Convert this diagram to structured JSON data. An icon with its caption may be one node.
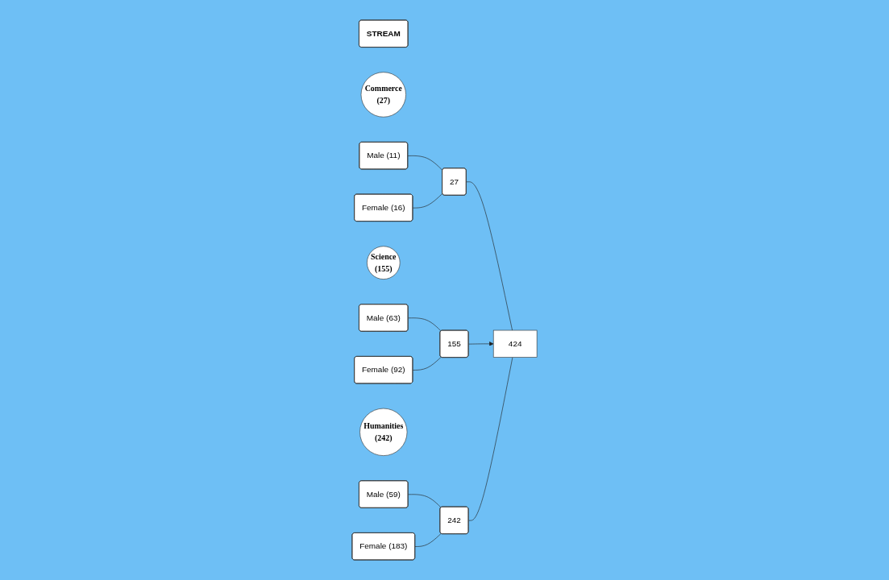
{
  "diagram": {
    "nodes": [
      {
        "text": [
          "STREAM"
        ]
      },
      {
        "text": [
          "Commerce",
          "(27)"
        ]
      },
      {
        "text": [
          "Male (11)"
        ]
      },
      {
        "text": [
          "Female (16)"
        ]
      },
      {
        "text": [
          "27"
        ]
      },
      {
        "text": [
          "Science",
          "(155)"
        ]
      },
      {
        "text": [
          "Male (63)"
        ]
      },
      {
        "text": [
          "Female (92)"
        ]
      },
      {
        "text": [
          "155"
        ]
      },
      {
        "text": [
          "Humanities",
          "(242)"
        ]
      },
      {
        "text": [
          "Male (59)"
        ]
      },
      {
        "text": [
          "Female (183)"
        ]
      },
      {
        "text": [
          "242"
        ]
      },
      {
        "text": [
          "424"
        ]
      }
    ],
    "edges": [
      {
        "from": 2,
        "to": 4,
        "arrow": "none"
      },
      {
        "from": 3,
        "to": 4,
        "arrow": "none"
      },
      {
        "from": 6,
        "to": 8,
        "arrow": "none"
      },
      {
        "from": 7,
        "to": 8,
        "arrow": "none"
      },
      {
        "from": 10,
        "to": 12,
        "arrow": "none"
      },
      {
        "from": 11,
        "to": 12,
        "arrow": "none"
      },
      {
        "from": 4,
        "to": 13,
        "arrow": "none"
      },
      {
        "from": 8,
        "to": 13,
        "arrow": "to"
      },
      {
        "from": 12,
        "to": 13,
        "arrow": "none"
      }
    ]
  }
}
